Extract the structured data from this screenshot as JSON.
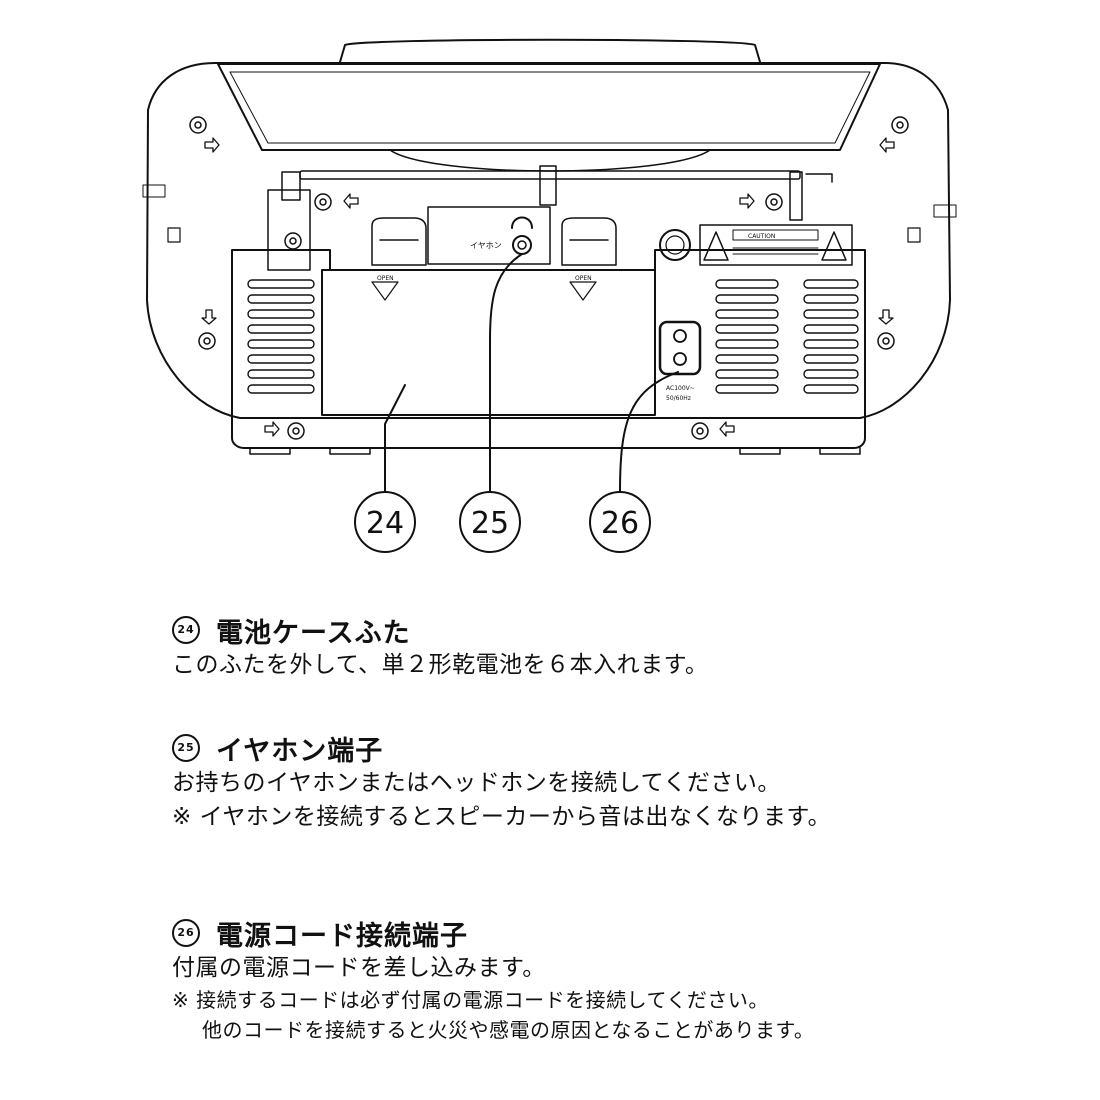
{
  "diagram": {
    "panel_labels": {
      "earphone": "イヤホン",
      "open_left": "OPEN",
      "open_right": "OPEN",
      "caution": "CAUTION",
      "ac_line1": "AC100V~",
      "ac_line2": "50/60Hz"
    },
    "callouts": [
      "24",
      "25",
      "26"
    ]
  },
  "items": [
    {
      "number": "24",
      "title": "電池ケースふた",
      "lines": [
        "このふたを外して、単２形乾電池を６本入れます。"
      ]
    },
    {
      "number": "25",
      "title": "イヤホン端子",
      "lines": [
        "お持ちのイヤホンまたはヘッドホンを接続してください。",
        "※ イヤホンを接続するとスピーカーから音は出なくなります。"
      ]
    },
    {
      "number": "26",
      "title": "電源コード接続端子",
      "lines": [
        "付属の電源コードを差し込みます。",
        "※ 接続するコードは必ず付属の電源コードを接続してください。",
        "他のコードを接続すると火災や感電の原因となることがあります。"
      ]
    }
  ]
}
